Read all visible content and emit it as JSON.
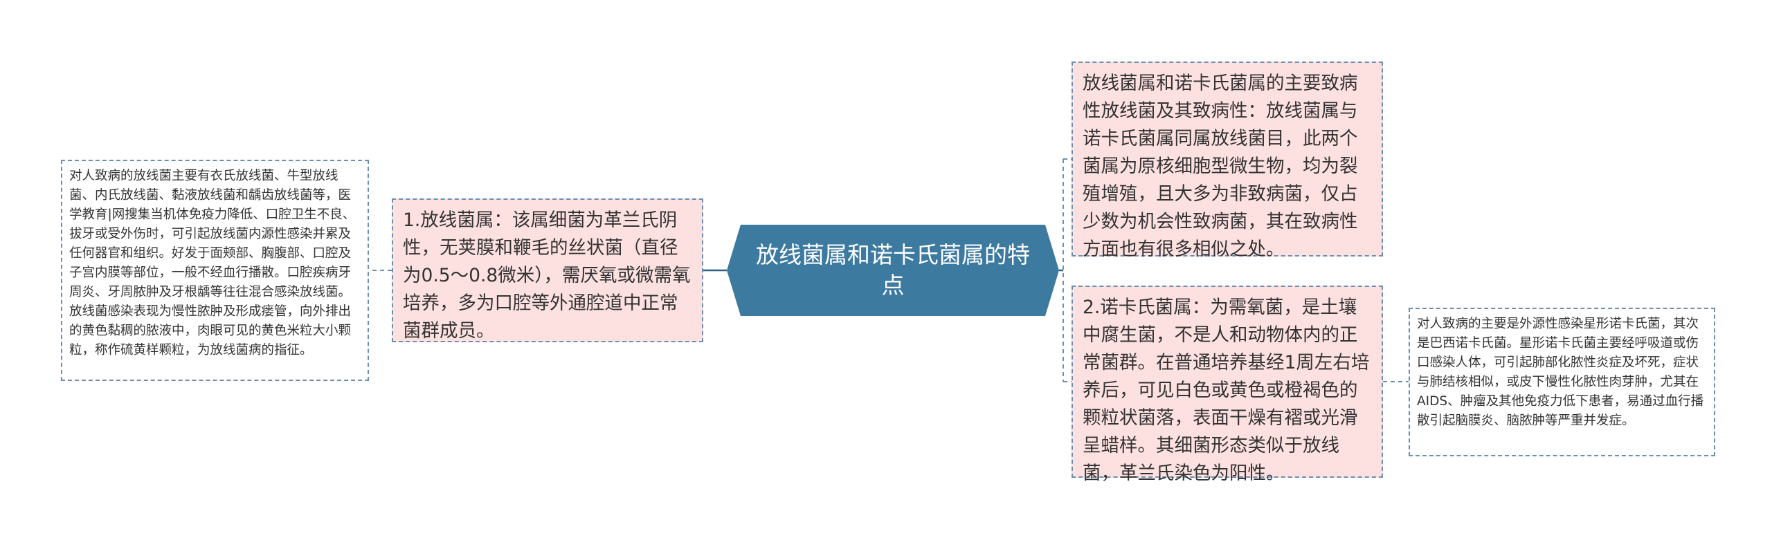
{
  "central": {
    "label": "放线菌属和诺卡氏菌属的特点"
  },
  "left_branch": {
    "main": "1.放线菌属：该属细菌为革兰氏阴性，无荚膜和鞭毛的丝状菌（直径为0.5～0.8微米），需厌氧或微需氧培养，多为口腔等外通腔道中正常菌群成员。",
    "detail": "对人致病的放线菌主要有衣氏放线菌、牛型放线菌、内氏放线菌、黏液放线菌和龋齿放线菌等，医学教育|网搜集当机体免疫力降低、口腔卫生不良、拔牙或受外伤时，可引起放线菌内源性感染并累及任何器官和组织。好发于面颊部、胸腹部、口腔及子宫内膜等部位，一般不经血行播散。口腔疾病牙周炎、牙周脓肿及牙根龋等往往混合感染放线菌。放线菌感染表现为慢性脓肿及形成瘘管，向外排出的黄色黏稠的脓液中，肉眼可见的黄色米粒大小颗粒，称作硫黄样颗粒，为放线菌病的指征。"
  },
  "right_branch": {
    "top": "放线菌属和诺卡氏菌属的主要致病性放线菌及其致病性：放线菌属与诺卡氏菌属同属放线菌目，此两个菌属为原核细胞型微生物，均为裂殖增殖，且大多为非致病菌，仅占少数为机会性致病菌，其在致病性方面也有很多相似之处。",
    "bottom": "2.诺卡氏菌属：为需氧菌，是土壤中腐生菌，不是人和动物体内的正常菌群。在普通培养基经1周左右培养后，可见白色或黄色或橙褐色的颗粒状菌落，表面干燥有褶或光滑呈蜡样。其细菌形态类似于放线菌，革兰氏染色为阳性。",
    "bottom_detail": "对人致病的主要是外源性感染星形诺卡氏菌，其次是巴西诺卡氏菌。星形诺卡氏菌主要经呼吸道或伤口感染人体，可引起肺部化脓性炎症及坏死，症状与肺结核相似，或皮下慢性化脓性肉芽肿，尤其在AIDS、肿瘤及其他免疫力低下患者，易通过血行播散引起脑膜炎、脑脓肿等严重并发症。"
  },
  "colors": {
    "central_fill": "#3d7aa0",
    "pink_fill": "#fde0e0",
    "border": "#6a8fb1",
    "connector": "#2f5f85"
  }
}
